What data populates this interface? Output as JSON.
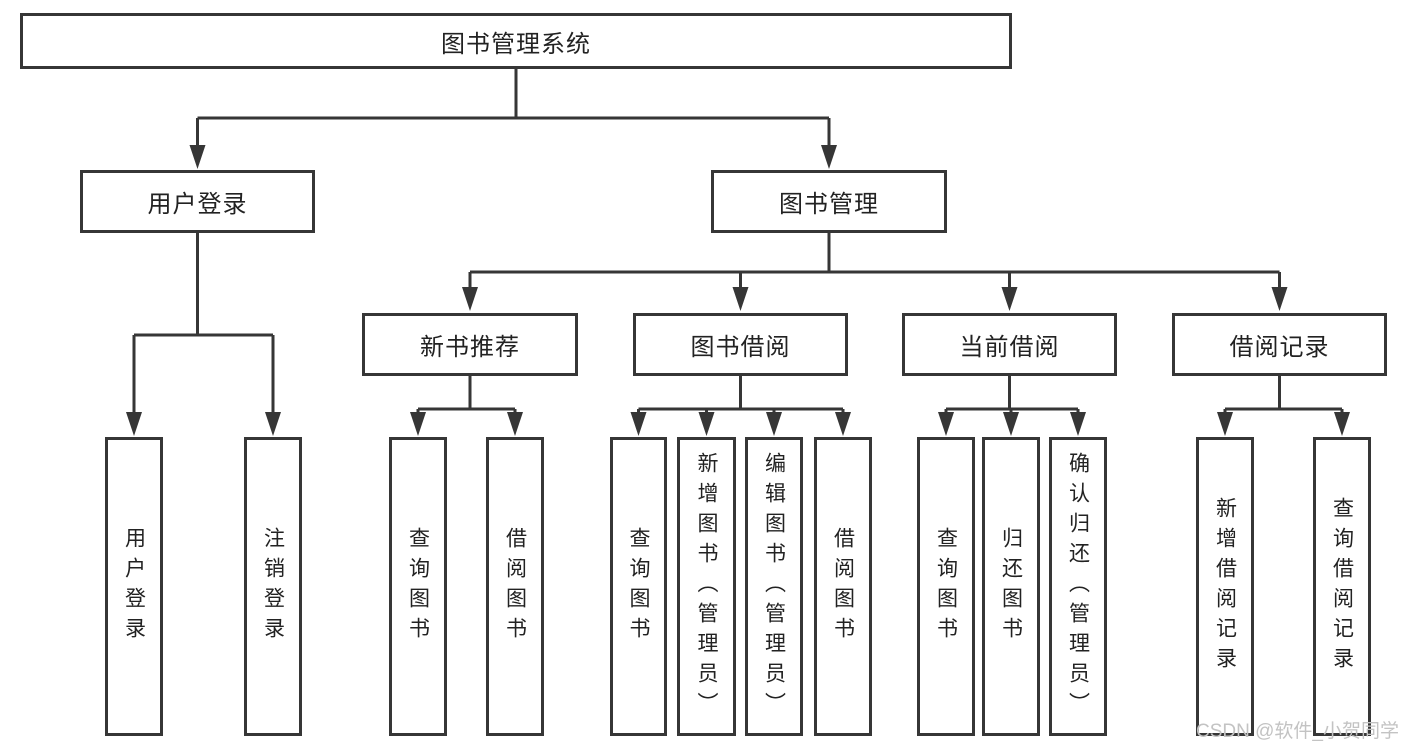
{
  "title": "图书管理系统",
  "level2": {
    "user_login": "用户登录",
    "book_management": "图书管理"
  },
  "level3": {
    "new_book_recommend": "新书推荐",
    "book_borrow": "图书借阅",
    "current_borrow": "当前借阅",
    "borrow_records": "借阅记录"
  },
  "leaves": {
    "user_login": "用户登录",
    "logout": "注销登录",
    "recommend_query_books": "查询图书",
    "recommend_borrow_books": "借阅图书",
    "borrow_query_books": "查询图书",
    "borrow_add_books": "新增图书（管理员）",
    "borrow_edit_books": "编辑图书（管理员）",
    "borrow_borrow_books": "借阅图书",
    "current_query_books": "查询图书",
    "current_return_books": "归还图书",
    "current_confirm_return": "确认归还（管理员）",
    "records_add": "新增借阅记录",
    "records_query": "查询借阅记录"
  },
  "watermark": "CSDN @软件_小贺同学",
  "colors": {
    "line": "#363636",
    "text": "#222222",
    "watermark": "#c3c3c3",
    "background": "#ffffff"
  }
}
